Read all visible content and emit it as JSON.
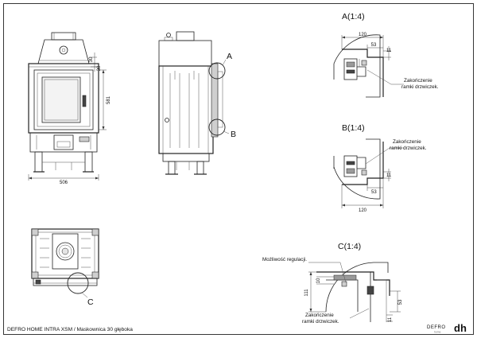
{
  "views": {
    "a": {
      "title": "A(1:4)",
      "dim_120": "120",
      "dim_53": "53",
      "dim_11": "11",
      "note": [
        "Zakończenie",
        "ramki drzwiczek."
      ]
    },
    "b": {
      "title": "B(1:4)",
      "dim_120": "120",
      "dim_53": "53",
      "dim_11": "11",
      "note": [
        "Zakończenie",
        "ramki drzwiczek."
      ]
    },
    "c": {
      "title": "C(1:4)",
      "dim_111": "111",
      "dim_10": "10",
      "dim_53": "53",
      "dim_11": "11",
      "note_regulation": "Możliwość regulacji.",
      "note": [
        "Zakończenie",
        "ramki drzwiczek."
      ]
    }
  },
  "front_view": {
    "dim_width": "506",
    "dim_height": "581",
    "dim_top_1": "30",
    "dim_top_2": "30"
  },
  "callouts": {
    "a": "A",
    "b": "B",
    "c": "C"
  },
  "footer": {
    "caption": "DEFRO HOME INTRA XSM / Maskownica 30 głęboka",
    "brand_text": "DEFRO",
    "brand_sub": "home",
    "brand_mark": "dh"
  }
}
